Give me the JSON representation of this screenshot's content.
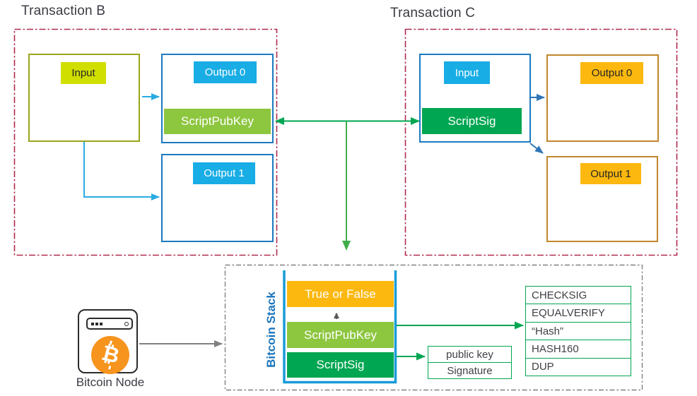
{
  "diagram": {
    "transaction_b": {
      "title": "Transaction B",
      "input_label": "Input",
      "output0_label": "Output 0",
      "output1_label": "Output 1",
      "scriptpubkey_label": "ScriptPubKey"
    },
    "transaction_c": {
      "title": "Transaction C",
      "input_label": "Input",
      "scriptsig_label": "ScriptSig",
      "output0_label": "Output 0",
      "output1_label": "Output 1"
    },
    "bitcoin_stack": {
      "title": "Bitcoin Stack",
      "top_item": "True or False",
      "middle_item": "ScriptPubKey",
      "bottom_item": "ScriptSig"
    },
    "script_operations": [
      "CHECKSIG",
      "EQUALVERIFY",
      "“Hash”",
      "HASH160",
      "DUP"
    ],
    "signature_stack": [
      "public key",
      "Signature"
    ],
    "bitcoin_node": {
      "label": "Bitcoin Node",
      "bitcoin_symbol": "₿"
    },
    "colors": {
      "input_yellow": "#d0df00",
      "cyan_label": "#18ade5",
      "amber_label": "#fcb80e",
      "light_green": "#8dc63f",
      "green": "#00a651",
      "blue_border": "#1b79c0",
      "olive_border": "#99a41d",
      "gold_border": "#c1862c",
      "red_dashed_border": "#b02a4c",
      "gray_dashed_border": "#808080",
      "stack_blue": "#199cd8",
      "bitcoin_orange": "#f7941d",
      "cyan_arrow": "#29abe2",
      "blue_arrow": "#2e75b6"
    }
  }
}
